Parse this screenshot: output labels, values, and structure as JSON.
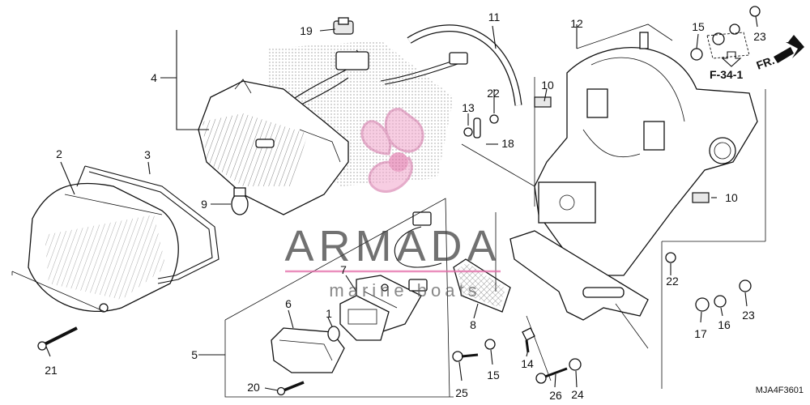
{
  "diagram": {
    "reference": "F-34-1",
    "direction": "FR.",
    "code": "MJA4F3601",
    "watermark": {
      "brand": "ARMADA",
      "tagline": "marine boats"
    },
    "callouts": [
      "1",
      "2",
      "3",
      "4",
      "5",
      "6",
      "7",
      "8",
      "9",
      "10",
      "10",
      "11",
      "12",
      "13",
      "14",
      "15",
      "15",
      "16",
      "17",
      "18",
      "19",
      "20",
      "21",
      "22",
      "22",
      "23",
      "23",
      "24",
      "25",
      "26"
    ]
  }
}
